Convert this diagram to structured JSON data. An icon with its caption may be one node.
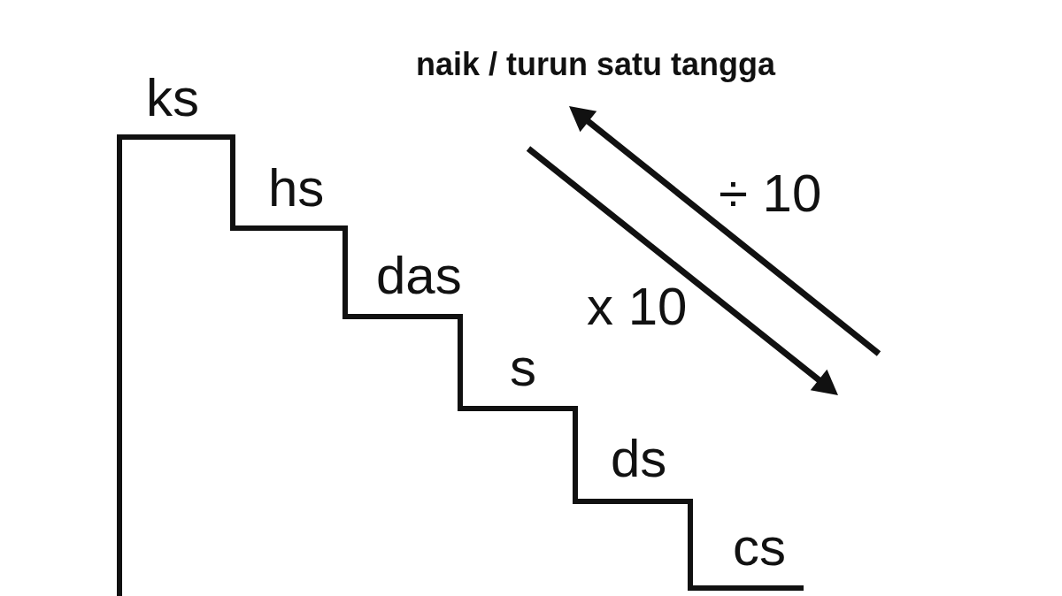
{
  "diagram": {
    "labels": [
      "naik / turun satu tangga",
      "ks",
      "hs",
      "÷ 10",
      "das",
      "x 10",
      "s",
      "ds",
      "cs"
    ]
  }
}
